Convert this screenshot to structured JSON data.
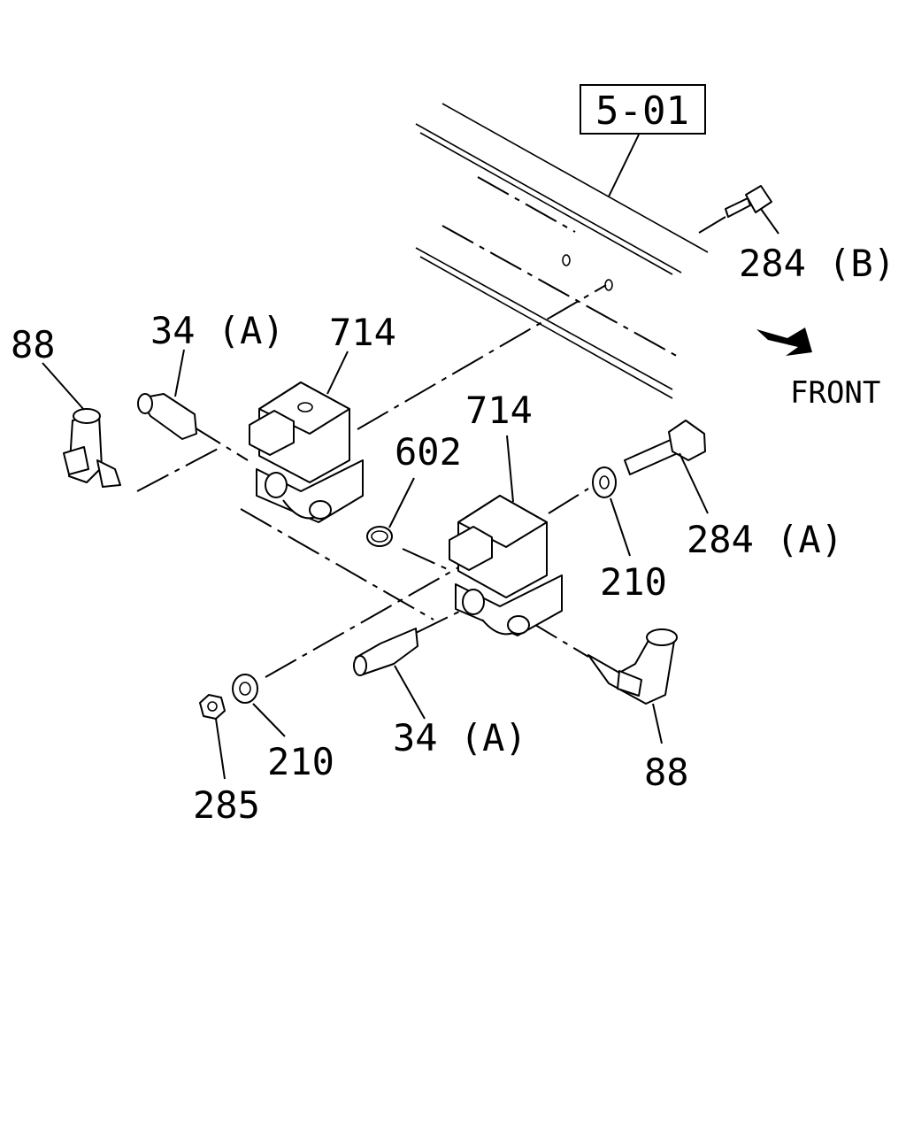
{
  "reference_box": "5-01",
  "direction_label": "FRONT",
  "callouts": {
    "bolt_b": "284 (B)",
    "bolt_a": "284 (A)",
    "valve_upper": "714",
    "valve_lower": "714",
    "oring": "602",
    "elbow_left": "88",
    "elbow_right": "88",
    "nipple_upper": "34 (A)",
    "nipple_lower": "34 (A)",
    "washer_right": "210",
    "washer_left": "210",
    "nut": "285"
  }
}
